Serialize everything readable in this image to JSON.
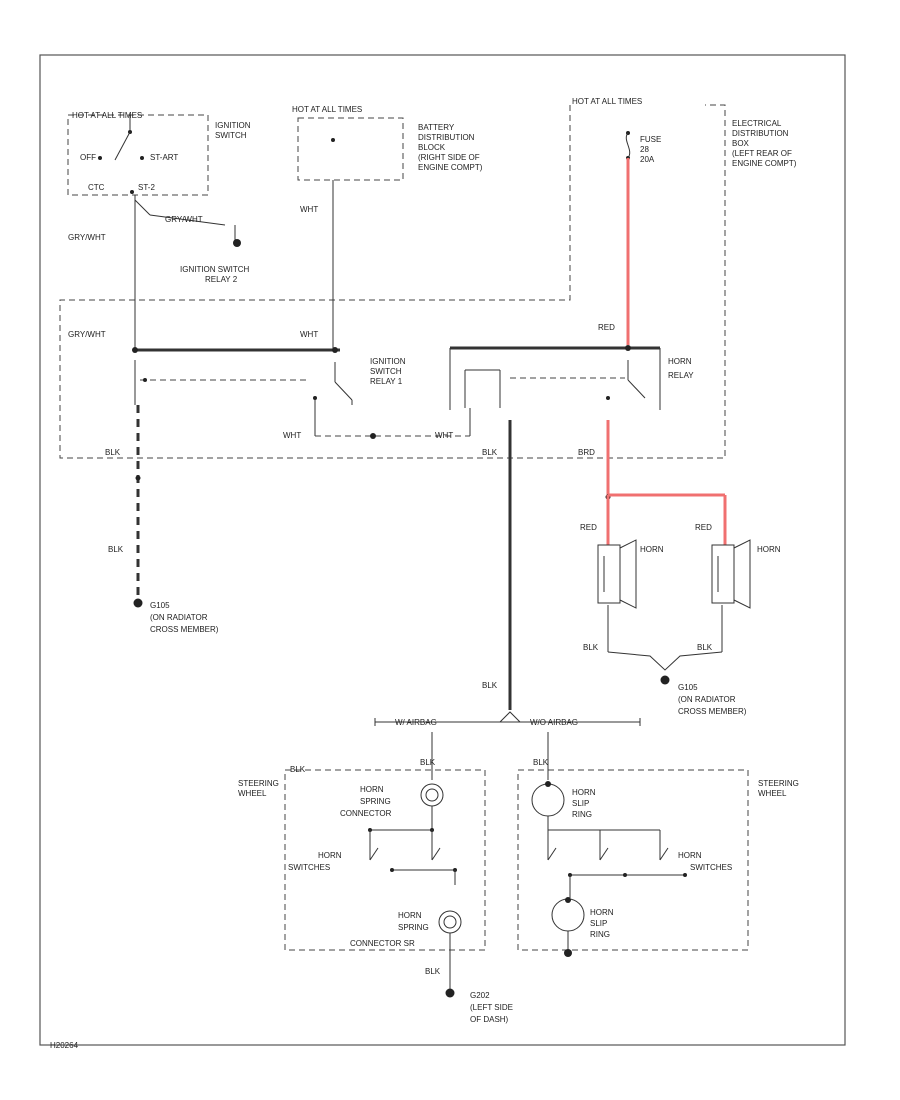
{
  "labels": {
    "hot_run_start": "HOT AT ALL TIMES",
    "ignition_switch": [
      "IGNITION",
      "SWITCH"
    ],
    "off": "OFF",
    "st_run": "ST-ART",
    "ctc": "CTC",
    "st_2": "ST-2",
    "hot_all_times": "HOT AT ALL TIMES",
    "battery_block": [
      "BATTERY",
      "DISTRIBUTION",
      "BLOCK",
      "(RIGHT SIDE OF",
      "ENGINE COMPT)"
    ],
    "hot_all_times_2": "HOT AT ALL TIMES",
    "fuse": [
      "FUSE",
      "28",
      "20A"
    ],
    "electrical_block": [
      "ELECTRICAL",
      "DISTRIBUTION",
      "BOX",
      "(LEFT REAR OF",
      "ENGINE COMPT)"
    ],
    "wht_1": "WHT",
    "grywht_1": "GRY/WHT",
    "grywht_2": "GRY/WHT",
    "relay2": [
      "IGNITION SWITCH",
      "RELAY 2"
    ],
    "grywht_3": "GRY/WHT",
    "wht_2": "WHT",
    "relay1": [
      "IGNITION",
      "SWITCH",
      "RELAY 1"
    ],
    "red_1": "RED",
    "horn_relay": [
      "HORN",
      "RELAY"
    ],
    "wht_3": "WHT",
    "wht_4": "WHT",
    "blk_1": "BLK",
    "blk_2": "BLK",
    "brd": "BRD",
    "blk_3": "BLK",
    "g_left": [
      "G105",
      "(ON RADIATOR",
      "CROSS MEMBER)"
    ],
    "red_2": "RED",
    "red_3": "RED",
    "horn_1": "HORN",
    "horn_2": "HORN",
    "blk_4": "BLK",
    "blk_5": "BLK",
    "g_right": [
      "G105",
      "(ON RADIATOR",
      "CROSS MEMBER)"
    ],
    "blk_6": "BLK",
    "w_airbag": "W/ AIRBAG",
    "wo_airbag": "W/O AIRBAG",
    "blk_7": "BLK",
    "blk_8": "BLK",
    "steering_left": [
      "STEERING",
      "WHEEL"
    ],
    "spring_conn": [
      "HORN",
      "SPRING",
      "CONNECTOR"
    ],
    "horn_switches_l": [
      "HORN",
      "SWITCHES"
    ],
    "horn_spring2": [
      "HORN",
      "SPRING"
    ],
    "connector_sr": "CONNECTOR SR",
    "blk_9": "BLK",
    "g_bottom": [
      "G202",
      "(LEFT SIDE",
      "OF DASH)"
    ],
    "steering_right": [
      "STEERING",
      "WHEEL"
    ],
    "slip_ring_top": [
      "HORN",
      "SLIP",
      "RING"
    ],
    "horn_switches_r": [
      "HORN",
      "SWITCHES"
    ],
    "slip_ring_bot": [
      "HORN",
      "SLIP",
      "RING"
    ],
    "footer_code": "H20264"
  },
  "colors": {
    "red_wire": "#f07070",
    "wire": "#333333"
  }
}
